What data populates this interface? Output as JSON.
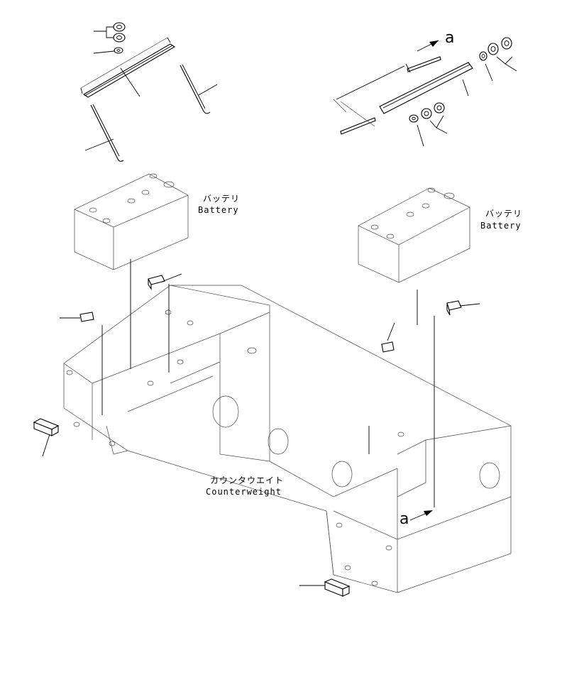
{
  "labels": {
    "battery_left_jp": "バッテリ",
    "battery_left_en": "Battery",
    "battery_right_jp": "バッテリ",
    "battery_right_en": "Battery",
    "counterweight_jp": "カウンタウエイト",
    "counterweight_en": "Counterweight",
    "view_marker_top": "a",
    "view_marker_bottom": "a"
  },
  "colors": {
    "line": "#000000",
    "background": "#ffffff"
  }
}
